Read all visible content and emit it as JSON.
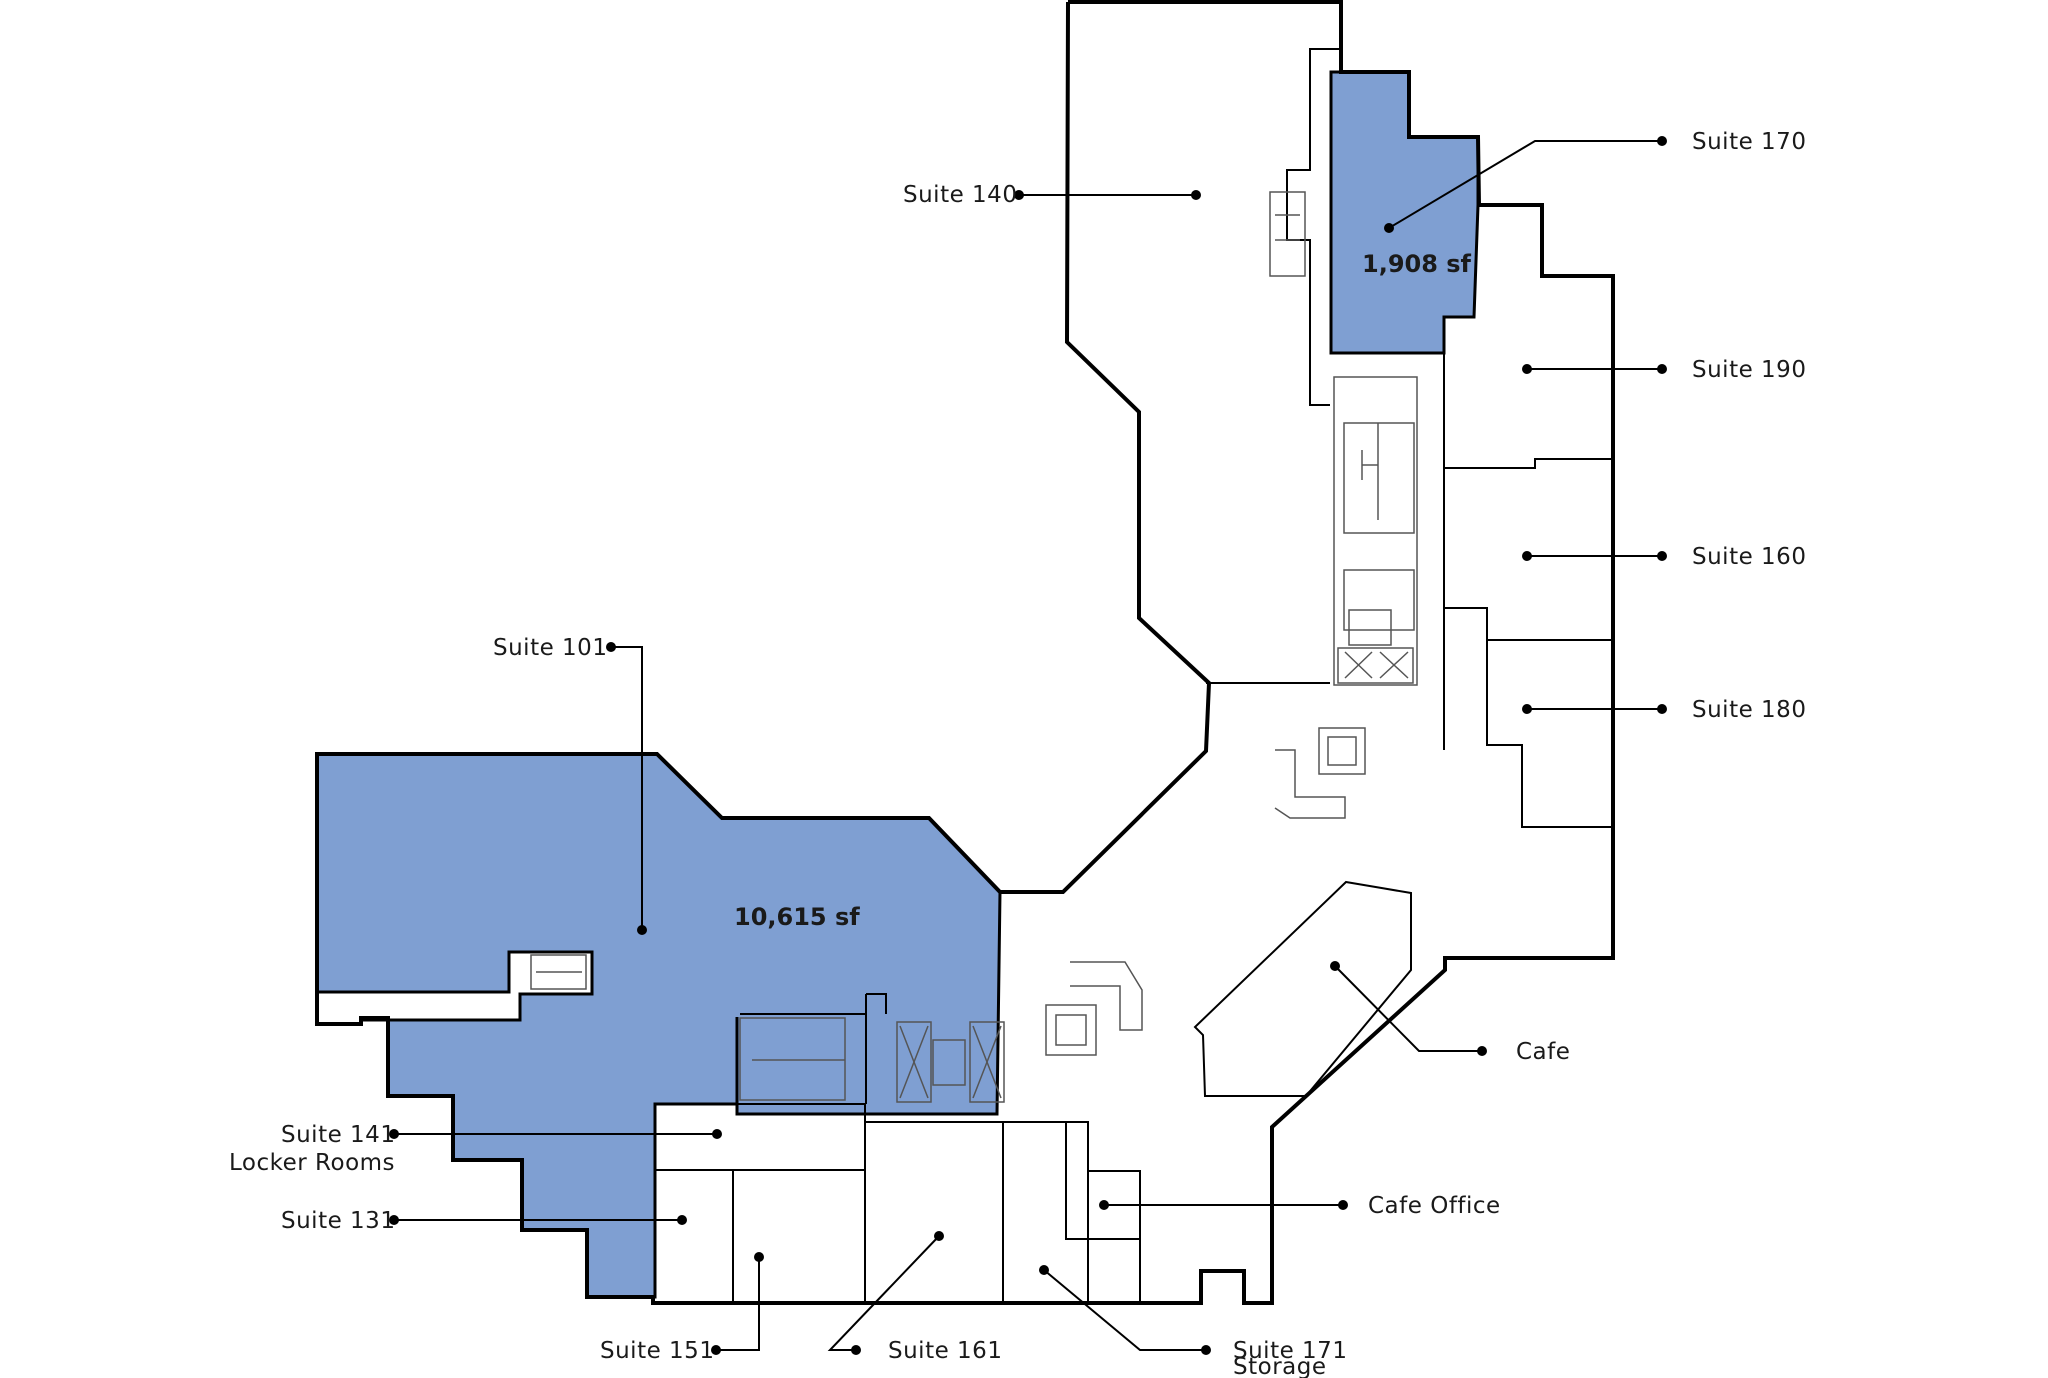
{
  "colors": {
    "available": "#7f9fd2",
    "outline": "#000000",
    "background": "#ffffff"
  },
  "suites": {
    "s140": "Suite 140",
    "s170": "Suite 170",
    "s190": "Suite 190",
    "s160": "Suite 160",
    "s180": "Suite 180",
    "s101": "Suite 101",
    "cafe": "Cafe",
    "s141": "Suite 141",
    "s141b": "Locker Rooms",
    "cafe_office": "Cafe Office",
    "s131": "Suite 131",
    "s151": "Suite 151",
    "s161": "Suite 161",
    "s171": "Suite 171",
    "s171b": "Storage"
  },
  "areas": {
    "s170_area": "1,908 sf",
    "s101_area": "10,615 sf"
  }
}
